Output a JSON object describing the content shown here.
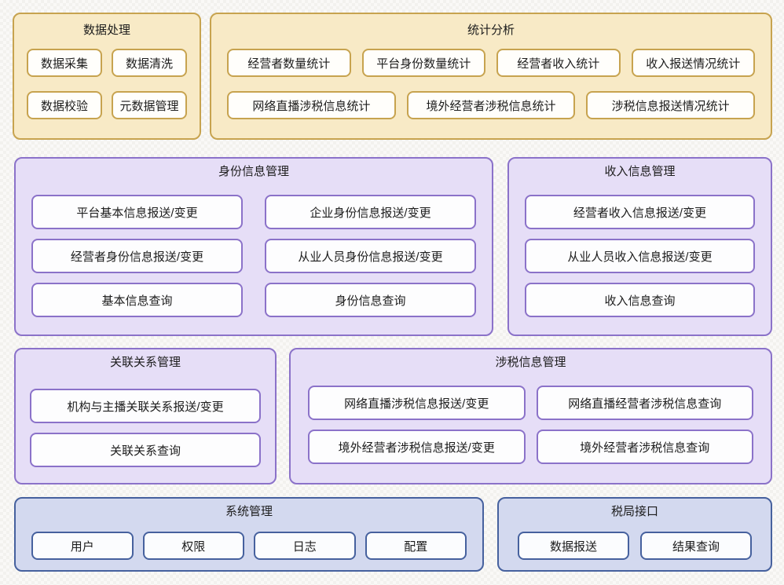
{
  "colors": {
    "gold_border": "#c7a34f",
    "gold_fill": "#f8eac6",
    "purple_border": "#8b72c9",
    "purple_fill": "#e6def7",
    "blue_border": "#46619e",
    "blue_fill": "#d3d9ef",
    "node_fill": "#fffefb",
    "text": "#1c1c1c"
  },
  "groups": {
    "dp": {
      "title": "数据处理",
      "items": [
        "数据采集",
        "数据清洗",
        "数据校验",
        "元数据管理"
      ]
    },
    "stats": {
      "title": "统计分析",
      "items": [
        "经营者数量统计",
        "平台身份数量统计",
        "经营者收入统计",
        "收入报送情况统计",
        "网络直播涉税信息统计",
        "境外经营者涉税信息统计",
        "涉税信息报送情况统计"
      ]
    },
    "identity": {
      "title": "身份信息管理",
      "items": [
        "平台基本信息报送/变更",
        "企业身份信息报送/变更",
        "经营者身份信息报送/变更",
        "从业人员身份信息报送/变更",
        "基本信息查询",
        "身份信息查询"
      ]
    },
    "income": {
      "title": "收入信息管理",
      "items": [
        "经营者收入信息报送/变更",
        "从业人员收入信息报送/变更",
        "收入信息查询"
      ]
    },
    "relation": {
      "title": "关联关系管理",
      "items": [
        "机构与主播关联关系报送/变更",
        "关联关系查询"
      ]
    },
    "taxinfo": {
      "title": "涉税信息管理",
      "items": [
        "网络直播涉税信息报送/变更",
        "网络直播经营者涉税信息查询",
        "境外经营者涉税信息报送/变更",
        "境外经营者涉税信息查询"
      ]
    },
    "system": {
      "title": "系统管理",
      "items": [
        "用户",
        "权限",
        "日志",
        "配置"
      ]
    },
    "bureau": {
      "title": "税局接口",
      "items": [
        "数据报送",
        "结果查询"
      ]
    }
  }
}
